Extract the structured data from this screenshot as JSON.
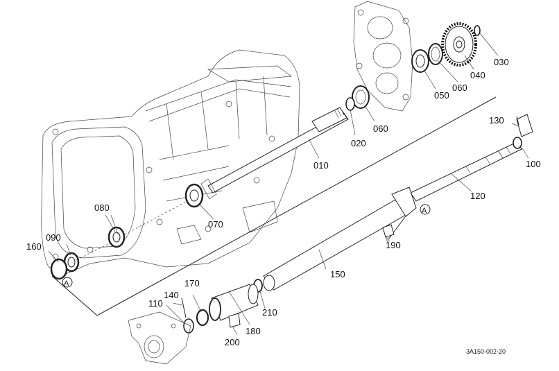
{
  "diagram": {
    "part_labels": {
      "p010": "010",
      "p020": "020",
      "p030": "030",
      "p040": "040",
      "p050": "050",
      "p060a": "060",
      "p060b": "060",
      "p070": "070",
      "p080": "080",
      "p090": "090",
      "p100": "100",
      "p110": "110",
      "p120": "120",
      "p130": "130",
      "p140": "140",
      "p150": "150",
      "p160": "160",
      "p170": "170",
      "p180": "180",
      "p190": "190",
      "p200": "200",
      "p210": "210"
    },
    "ref_marks": {
      "a1": "A",
      "a2": "A"
    },
    "drawing_code": "3A150-002-20"
  }
}
